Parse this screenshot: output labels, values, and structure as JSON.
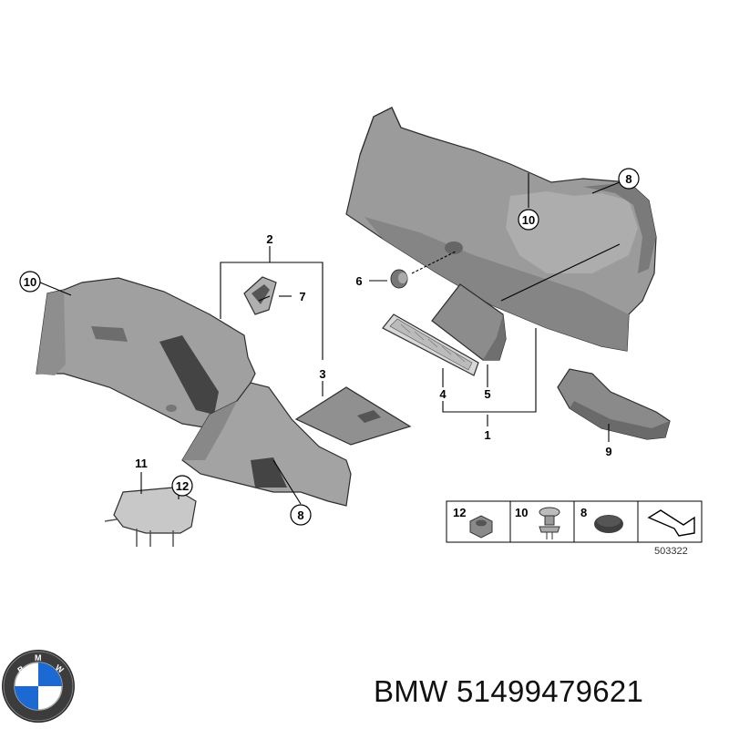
{
  "diagram": {
    "part_labels": {
      "p1": "1",
      "p2": "2",
      "p3": "3",
      "p4": "4",
      "p5": "5",
      "p6": "6",
      "p7": "7",
      "p8a": "8",
      "p8b": "8",
      "p9": "9",
      "p10a": "10",
      "p10b": "10",
      "p11": "11",
      "p12": "12"
    },
    "legend": {
      "items": [
        {
          "label": "12",
          "icon": "nut-icon"
        },
        {
          "label": "10",
          "icon": "clip-icon"
        },
        {
          "label": "8",
          "icon": "grommet-icon"
        },
        {
          "label": "",
          "icon": "arrow-direction-icon"
        }
      ],
      "diagram_number": "503322"
    }
  },
  "footer": {
    "logo": "BMW",
    "brand": "BMW",
    "part_number": "51499479621"
  },
  "colors": {
    "part_fill": "#9a9a9a",
    "part_dark": "#555555",
    "background": "#ffffff"
  }
}
